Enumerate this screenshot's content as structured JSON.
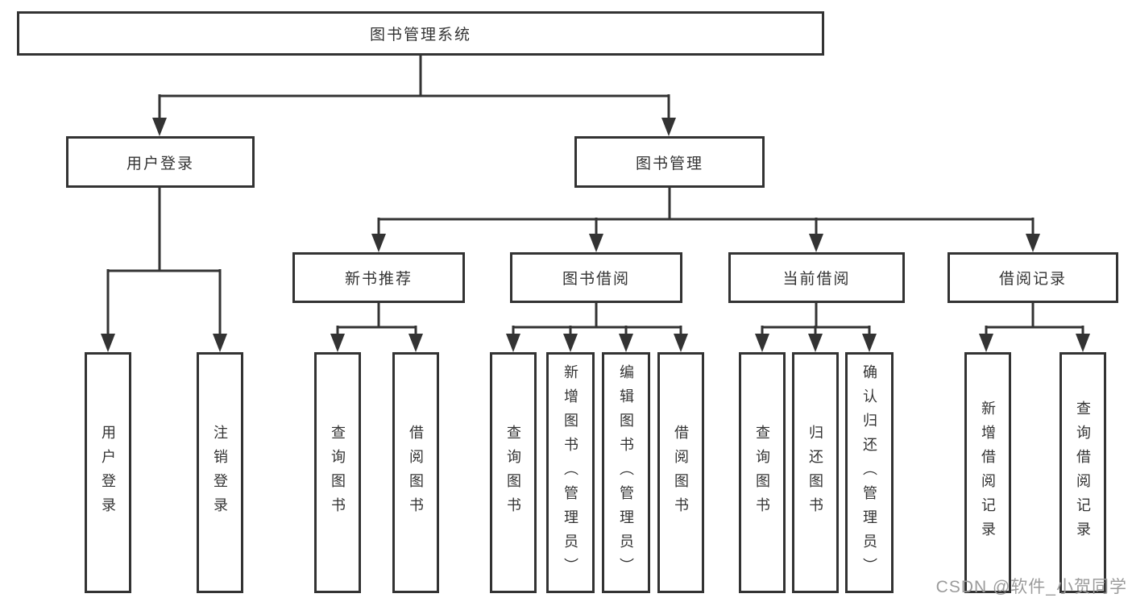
{
  "colors": {
    "line": "#333333",
    "box_border": "#333333",
    "box_fill": "#ffffff",
    "text": "#333333",
    "watermark": "#9b9b9b",
    "background": "#ffffff"
  },
  "watermark": "CSDN @软件_小贺同学",
  "diagram": {
    "root": {
      "label": "图书管理系统"
    },
    "level2": [
      {
        "label": "用户登录"
      },
      {
        "label": "图书管理"
      }
    ],
    "level3": [
      {
        "label": "新书推荐"
      },
      {
        "label": "图书借阅"
      },
      {
        "label": "当前借阅"
      },
      {
        "label": "借阅记录"
      }
    ],
    "leaves": {
      "user_login": [
        {
          "label": "用户登录"
        },
        {
          "label": "注销登录"
        }
      ],
      "new_book": [
        {
          "label": "查询图书"
        },
        {
          "label": "借阅图书"
        }
      ],
      "book_borrow": [
        {
          "label": "查询图书"
        },
        {
          "label": "新增图书（管理员）"
        },
        {
          "label": "编辑图书（管理员）"
        },
        {
          "label": "借阅图书"
        }
      ],
      "current_borrow": [
        {
          "label": "查询图书"
        },
        {
          "label": "归还图书"
        },
        {
          "label": "确认归还（管理员）"
        }
      ],
      "borrow_record": [
        {
          "label": "新增借阅记录"
        },
        {
          "label": "查询借阅记录"
        }
      ]
    }
  }
}
